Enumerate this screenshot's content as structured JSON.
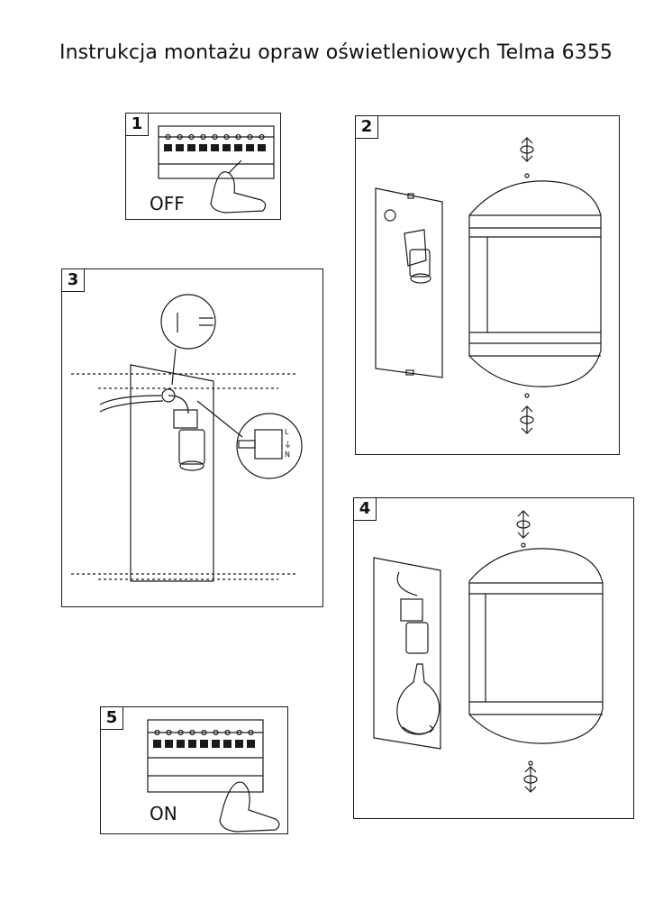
{
  "title": "Instrukcja montażu opraw oświetleniowych Telma 6355",
  "steps": [
    {
      "number": "1",
      "label": "OFF"
    },
    {
      "number": "2"
    },
    {
      "number": "3",
      "terminals": {
        "l": "L",
        "earth": "⏚",
        "n": "N"
      }
    },
    {
      "number": "4"
    },
    {
      "number": "5",
      "label": "ON"
    }
  ]
}
